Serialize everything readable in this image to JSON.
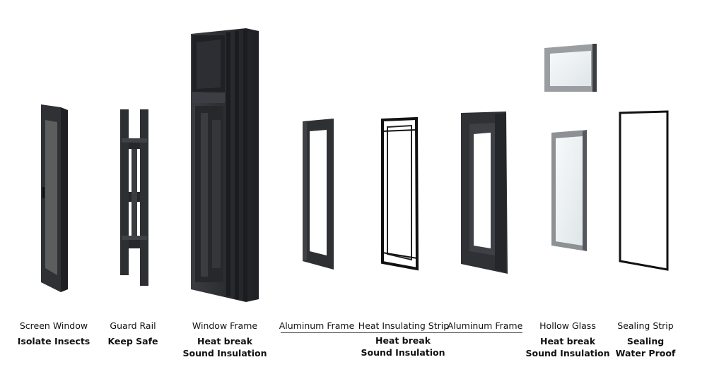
{
  "components": [
    {
      "id": "screen-window",
      "name": "Screen Window",
      "features": [
        "Isolate Insects"
      ]
    },
    {
      "id": "guard-rail",
      "name": "Guard Rail",
      "features": [
        "Keep Safe"
      ]
    },
    {
      "id": "window-frame",
      "name": "Window Frame",
      "features": [
        "Heat break",
        "Sound Insulation"
      ]
    },
    {
      "id": "aluminum-frame-left",
      "name": "Aluminum Frame",
      "features": []
    },
    {
      "id": "heat-insulating-strip",
      "name": "Heat Insulating Strip",
      "features": []
    },
    {
      "id": "aluminum-frame-right",
      "name": "Aluminum Frame",
      "features": []
    },
    {
      "id": "hollow-glass",
      "name": "Hollow Glass",
      "features": [
        "Heat break",
        "Sound Insulation"
      ]
    },
    {
      "id": "sealing-strip",
      "name": "Sealing Strip",
      "features": [
        "Sealing",
        "Water Proof"
      ]
    }
  ],
  "group": {
    "members": [
      "aluminum-frame-left",
      "heat-insulating-strip",
      "aluminum-frame-right"
    ],
    "features": [
      "Heat break",
      "Sound Insulation"
    ]
  },
  "colors": {
    "frame_dark": "#2b2d31",
    "frame_mid": "#3a3c41",
    "frame_light": "#4a4c52",
    "screen_mesh": "#5b5e5c",
    "glass": "#eef2f3",
    "glass_edge": "#8d9194"
  }
}
